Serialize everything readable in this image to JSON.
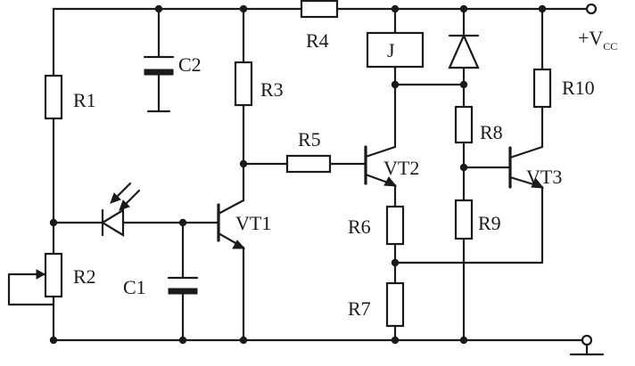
{
  "labels": {
    "R1": "R1",
    "R2": "R2",
    "R3": "R3",
    "R4": "R4",
    "R5": "R5",
    "R6": "R6",
    "R7": "R7",
    "R8": "R8",
    "R9": "R9",
    "R10": "R10",
    "C1": "C1",
    "C2": "C2",
    "J": "J",
    "VT1": "VT1",
    "VT2": "VT2",
    "VT3": "VT3"
  },
  "supply": {
    "prefix": "+V",
    "subscript": "CC"
  }
}
